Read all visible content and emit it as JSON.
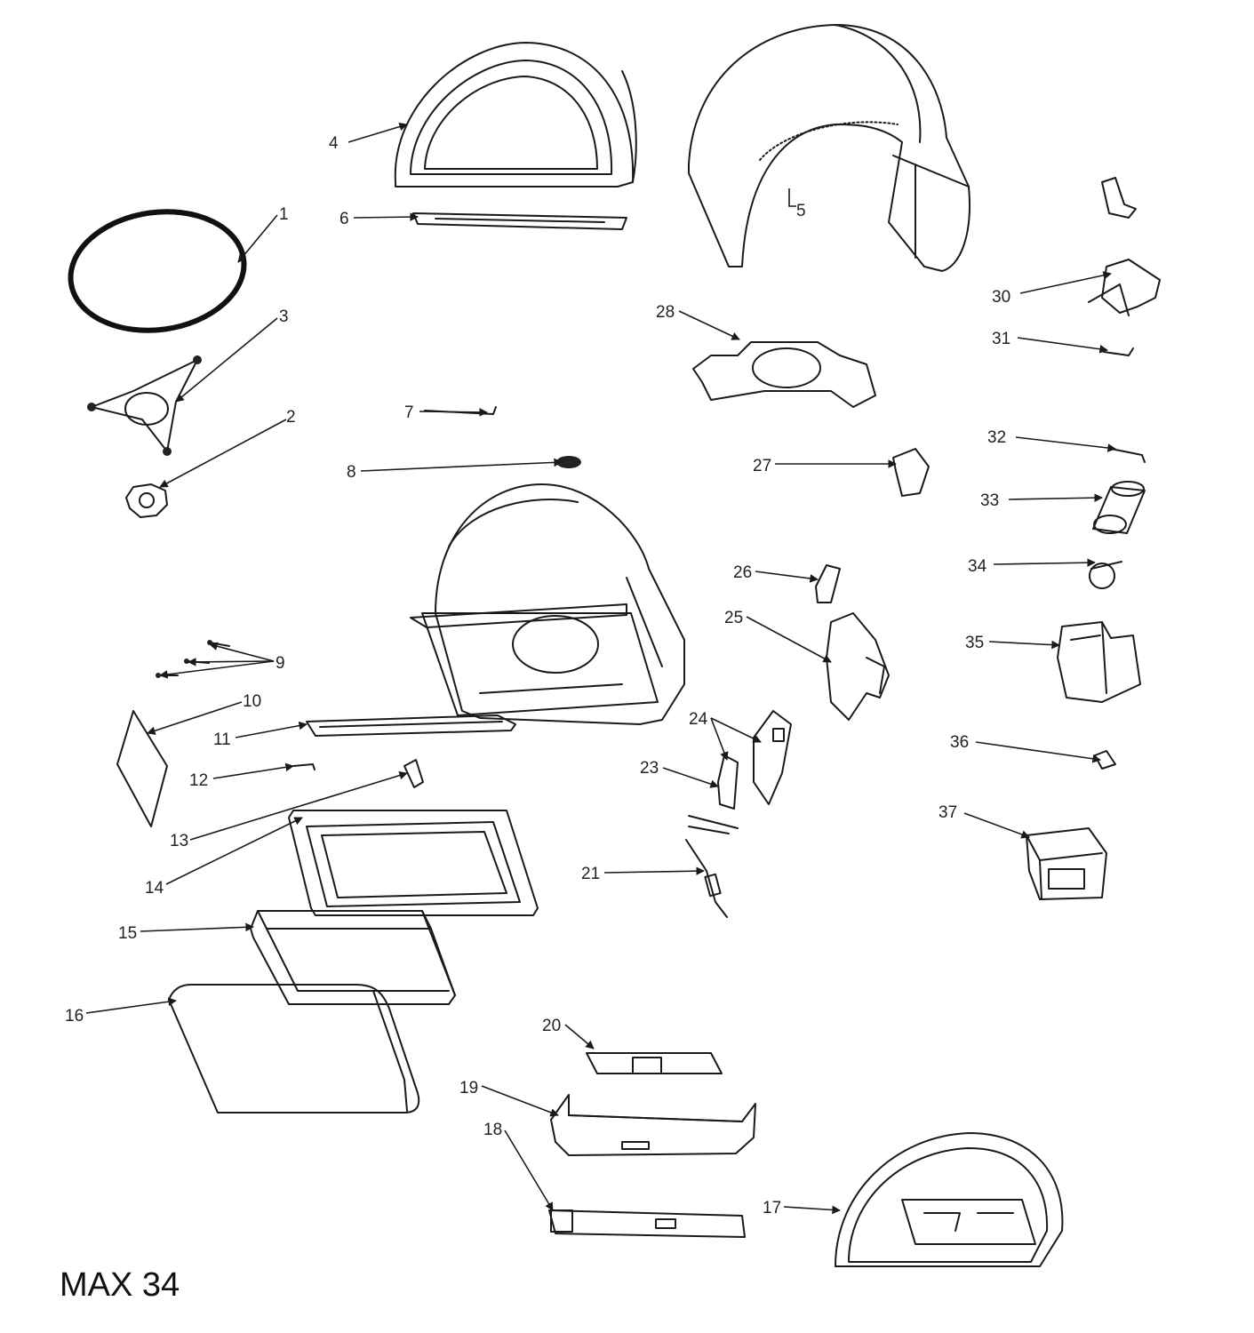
{
  "model_name": "MAX 34",
  "colors": {
    "line": "#1a1a1a",
    "background": "#ffffff"
  },
  "callouts": [
    "1",
    "2",
    "3",
    "4",
    "5",
    "6",
    "7",
    "8",
    "9",
    "10",
    "11",
    "12",
    "13",
    "14",
    "15",
    "16",
    "17",
    "18",
    "19",
    "20",
    "21",
    "23",
    "24",
    "25",
    "26",
    "27",
    "28",
    "30",
    "31",
    "32",
    "33",
    "34",
    "35",
    "36",
    "37"
  ]
}
